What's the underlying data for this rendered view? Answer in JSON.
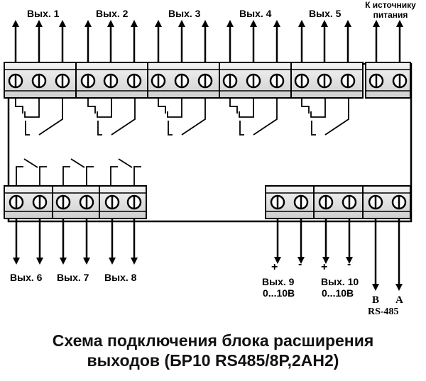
{
  "outputs_top": [
    "Вых. 1",
    "Вых. 2",
    "Вых. 3",
    "Вых. 4",
    "Вых. 5"
  ],
  "power": {
    "line1": "К источнику",
    "line2": "питания"
  },
  "outputs_bottom": [
    "Вых. 6",
    "Вых. 7",
    "Вых. 8"
  ],
  "analog_outputs": [
    {
      "label": "Вых. 9",
      "range": "0...10В",
      "plus": "+",
      "minus": "-"
    },
    {
      "label": "Вых. 10",
      "range": "0...10В",
      "plus": "+",
      "minus": "-"
    }
  ],
  "rs485": {
    "b": "B",
    "a": "A",
    "label": "RS-485"
  },
  "caption": {
    "line1": "Схема подключения блока расширения",
    "line2": "выходов (БР10 RS485/8Р,2АН2)"
  }
}
